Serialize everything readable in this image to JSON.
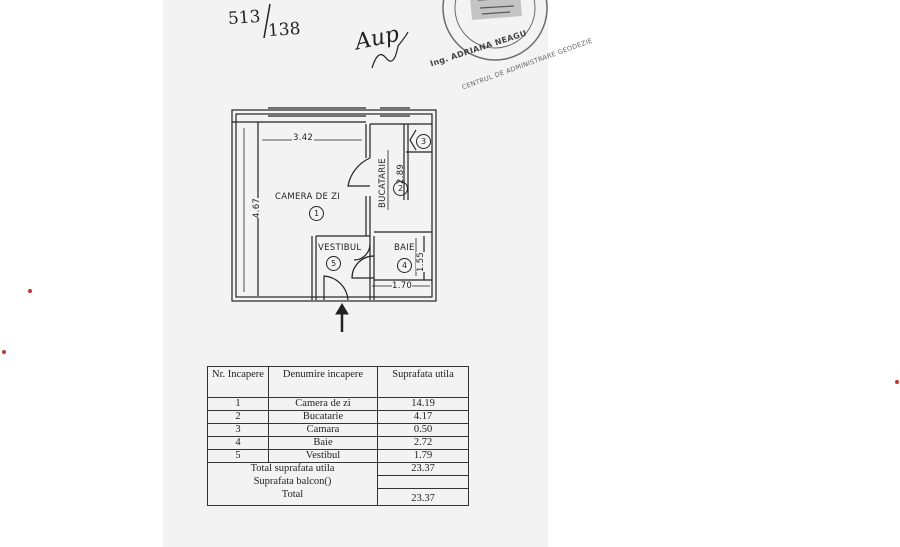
{
  "header": {
    "ref_number": "513",
    "ref_sub": "138",
    "signature_text": "Aup",
    "stamp_name": "Ing. ADRIANA NEAGU",
    "stamp_text": "CENTRUL DE ADMINISTRARE GEODEZIE"
  },
  "plan": {
    "dim_width": "3.42",
    "dim_height": "4.67",
    "dim_kitchen": "2.89",
    "dim_bath_h": "1.55",
    "dim_bath_w": "1.70",
    "rooms": [
      {
        "name": "CAMERA DE ZI",
        "number": "1"
      },
      {
        "name": "BUCATARIE",
        "number": "2"
      },
      {
        "name": "",
        "number": "3"
      },
      {
        "name": "BAIE",
        "number": "4"
      },
      {
        "name": "VESTIBUL",
        "number": "5"
      }
    ],
    "entrance_arrow": "↑"
  },
  "table": {
    "col_nr": "Nr. Incapere",
    "col_name": "Denumire incapere",
    "col_area": "Suprafata utila",
    "rows": [
      {
        "nr": "1",
        "name": "Camera de zi",
        "area": "14.19"
      },
      {
        "nr": "2",
        "name": "Bucatarie",
        "area": "4.17"
      },
      {
        "nr": "3",
        "name": "Camara",
        "area": "0.50"
      },
      {
        "nr": "4",
        "name": "Baie",
        "area": "2.72"
      },
      {
        "nr": "5",
        "name": "Vestibul",
        "area": "1.79"
      }
    ],
    "total_util_label": "Total suprafata utila",
    "total_util_value": "23.37",
    "balcony_label": "Suprafata balcon()",
    "balcony_value": "",
    "total_label": "Total",
    "total_value": "23.37"
  }
}
